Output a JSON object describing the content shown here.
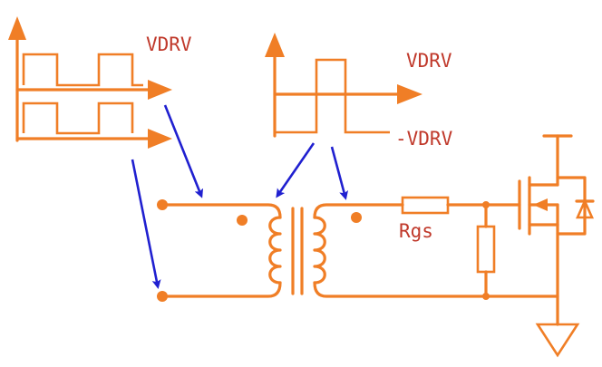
{
  "labels": {
    "left_wave": "VDRV",
    "right_wave_pos": "VDRV",
    "right_wave_neg": "-VDRV",
    "gate_resistor": "Rgs"
  },
  "colors": {
    "circuit": "#f07e26",
    "arrows": "#2020d0",
    "text": "#c0392b",
    "background": "#ffffff"
  },
  "icons": {
    "transformer": "transformer-icon",
    "mosfet": "mosfet-icon",
    "ground": "ground-icon",
    "diode": "diode-icon"
  }
}
